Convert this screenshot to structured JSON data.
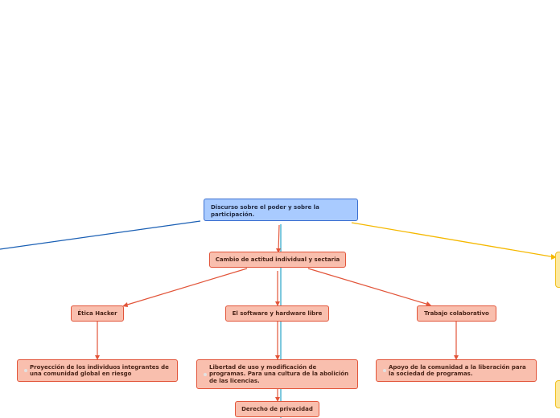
{
  "root": {
    "label": "Discurso sobre el poder y sobre la participación."
  },
  "topic": {
    "label": "Cambio de actitud individual y sectaria"
  },
  "branches": [
    {
      "label": "Ética Hacker"
    },
    {
      "label": "El software y hardware libre"
    },
    {
      "label": "Trabajo colaborativo"
    }
  ],
  "leaves": [
    {
      "label": "Proyección de los individuos integrantes de una comunidad global en riesgo"
    },
    {
      "label": "Libertad de uso y modificación de programas. Para una cultura de la abolición de las licencias."
    },
    {
      "label": "Apoyo de la comunidad a la liberación para la sociedad de programas."
    },
    {
      "label": "Derecho de privacidad"
    }
  ],
  "colors": {
    "root_fill": "#a9cbff",
    "topic_fill": "#f9bfae",
    "link_red": "#e2553a",
    "link_blue": "#1a5fb4",
    "link_teal": "#2aa5c8",
    "link_yellow": "#f5b800"
  }
}
